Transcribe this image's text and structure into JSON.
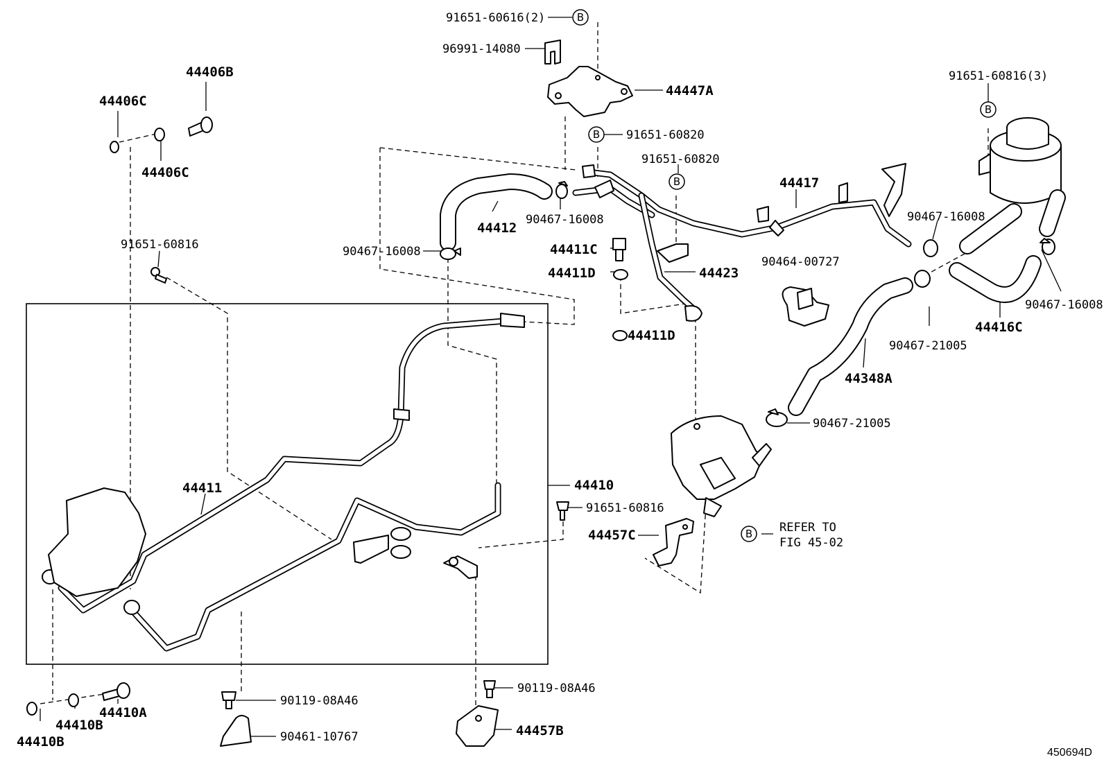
{
  "callouts": {
    "c_91651_60616_2": "91651-60616(2)",
    "c_96991_14080": "96991-14080",
    "c_44447A": "44447A",
    "c_91651_60820_a": "91651-60820",
    "c_91651_60820_b": "91651-60820",
    "c_44417": "44417",
    "c_91651_60816_3": "91651-60816(3)",
    "c_44406B": "44406B",
    "c_44406C_top": "44406C",
    "c_44406C_bot": "44406C",
    "c_91651_60816_left": "91651-60816",
    "c_44412": "44412",
    "c_90467_16008_a": "90467-16008",
    "c_90467_16008_b": "90467-16008",
    "c_90467_16008_c": "90467-16008",
    "c_90467_16008_d": "90467-16008",
    "c_44411C": "44411C",
    "c_44411D_a": "44411D",
    "c_44411D_b": "44411D",
    "c_44423": "44423",
    "c_90464_00727": "90464-00727",
    "c_90467_21005_a": "90467-21005",
    "c_90467_21005_b": "90467-21005",
    "c_44416C": "44416C",
    "c_44348A": "44348A",
    "c_44411": "44411",
    "c_44410": "44410",
    "c_91651_60816_mid": "91651-60816",
    "c_44457C": "44457C",
    "c_refer_line1": "REFER TO",
    "c_refer_line2": "FIG 45-02",
    "c_44410A": "44410A",
    "c_44410B_a": "44410B",
    "c_44410B_b": "44410B",
    "c_90119_08A46_a": "90119-08A46",
    "c_90119_08A46_b": "90119-08A46",
    "c_90461_10767": "90461-10767",
    "c_44457B": "44457B"
  },
  "ref_marker": "B",
  "figure_id": "450694D"
}
